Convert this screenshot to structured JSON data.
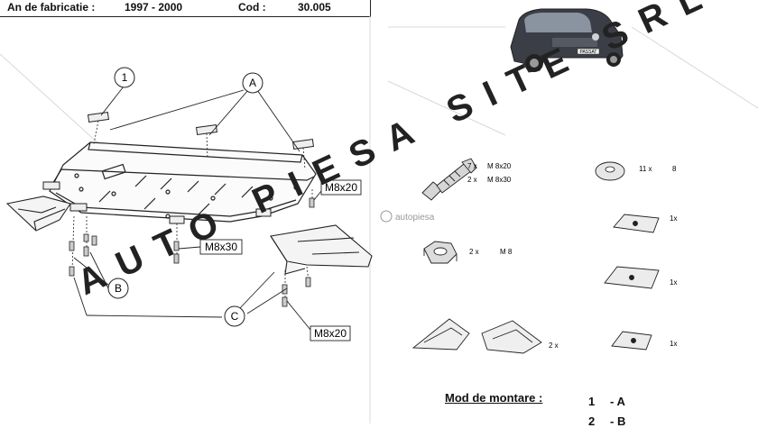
{
  "header": {
    "year_label": "An de fabricatie :",
    "year_value": "1997 - 2000",
    "code_label": "Cod :",
    "code_value": "30.005"
  },
  "car_badge": "PASSAT",
  "callouts": {
    "c1": "1",
    "cA": "A",
    "cB": "B",
    "cC": "C",
    "m8x20_top": "M8x20",
    "m8x30": "M8x30",
    "m8x20_bottom": "M8x20"
  },
  "watermarks": {
    "main": "AUTO PIESA SITE SRL",
    "logo": "autopiesa"
  },
  "parts": {
    "bolt_qty_a": "7 x",
    "bolt_size_a": "M 8x20",
    "bolt_qty_b": "2 x",
    "bolt_size_b": "M 8x30",
    "washer_qty": "11 x",
    "washer_size": "8",
    "nut_qty": "2 x",
    "nut_size": "M 8",
    "plate1_qty": "1x",
    "plate2_qty": "1x",
    "plate3_qty": "1x",
    "brackets_qty": "2 x"
  },
  "mount": {
    "title": "Mod de montare :",
    "row1_num": "1",
    "row1_val": "- A",
    "row2_num": "2",
    "row2_val": "- B"
  }
}
